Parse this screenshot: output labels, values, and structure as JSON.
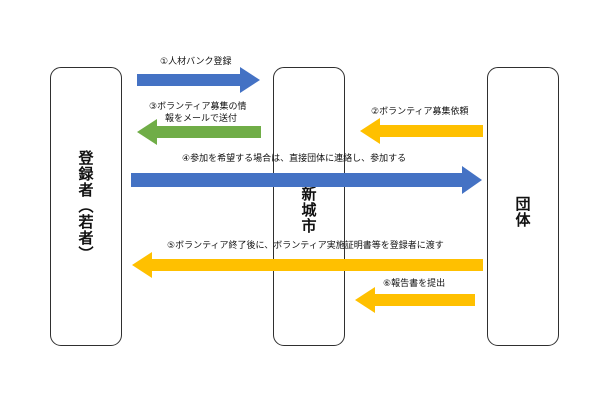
{
  "nodes": {
    "registrant": "登録者（若者）",
    "city": "新城市",
    "organization": "団体"
  },
  "steps": {
    "s1": "①人材バンク登録",
    "s2": "②ボランティア募集依頼",
    "s3_line1": "③ボランティア募集の情",
    "s3_line2": "報をメールで送付",
    "s4": "④参加を希望する場合は、直接団体に連絡し、参加する",
    "s5": "⑤ボランティア終了後に、ボランティア実施証明書等を登録者に渡す",
    "s6": "⑥報告書を提出"
  },
  "colors": {
    "blue": "#4472c4",
    "green": "#70ad47",
    "yellow": "#ffc000"
  }
}
